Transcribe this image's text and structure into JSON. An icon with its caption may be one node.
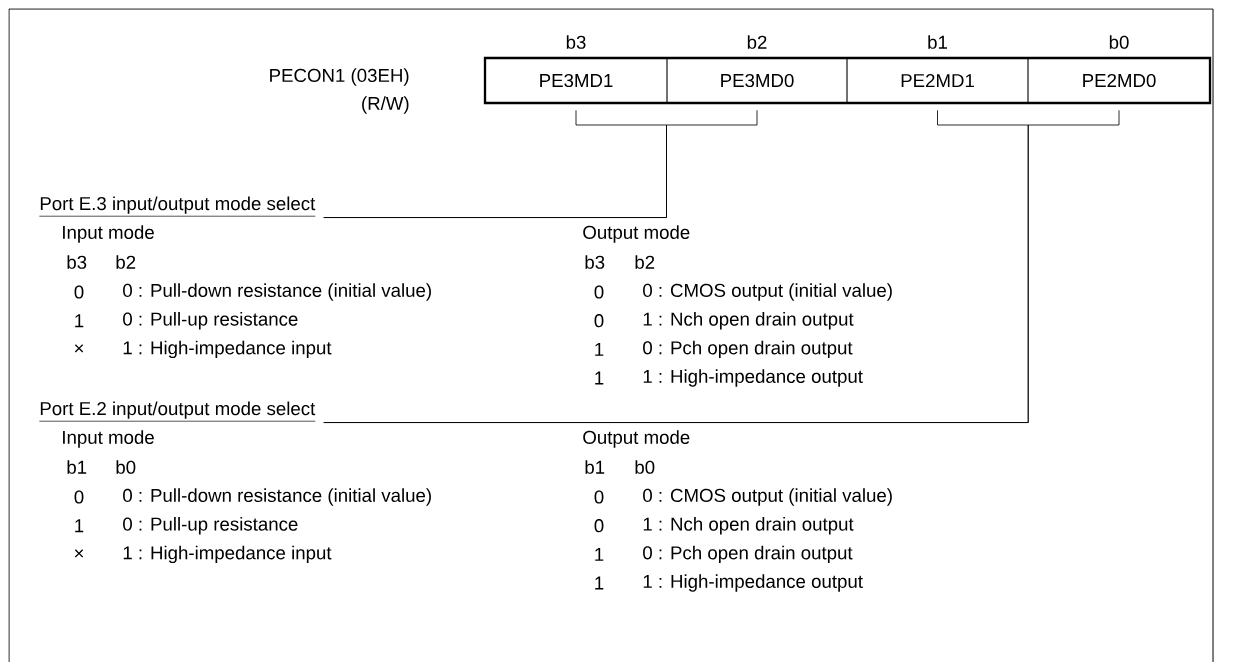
{
  "diagram": {
    "nodes": [
      {
        "text": [
          "PE3MD1"
        ],
        "beside": [
          "b3"
        ]
      },
      {
        "text": [
          "PE3MD0"
        ],
        "beside": [
          "b2"
        ]
      },
      {
        "text": [
          "PE2MD1"
        ],
        "beside": [
          "b1"
        ]
      },
      {
        "text": [
          "PE2MD0"
        ],
        "beside": [
          "b0"
        ]
      },
      {
        "text": [
          "Port E.3 input/output mode select"
        ]
      },
      {
        "text": [
          "Port E.2 input/output mode select"
        ]
      }
    ],
    "edges": [
      {
        "from": 4,
        "to": 0,
        "arrow": "none"
      },
      {
        "from": 4,
        "to": 1,
        "arrow": "none"
      },
      {
        "from": 5,
        "to": 2,
        "arrow": "none"
      },
      {
        "from": 5,
        "to": 3,
        "arrow": "none"
      }
    ],
    "labels": [
      "PECON1 (03EH)",
      "(R/W)",
      "Input mode",
      "Output mode",
      "b3",
      "b2",
      "b3",
      "b2",
      "0",
      "0 : Pull-down resistance (initial value)",
      "0",
      "0 : CMOS output (initial value)",
      "1",
      "0 : Pull-up resistance",
      "0",
      "1 : Nch open drain output",
      "×",
      "1 : High-impedance input",
      "1",
      "0 : Pch open drain output",
      "1",
      "1 : High-impedance output",
      "Input mode",
      "Output mode",
      "b1",
      "b0",
      "b1",
      "b0",
      "0",
      "0 : Pull-down resistance (initial value)",
      "0",
      "0 : CMOS output (initial value)",
      "1",
      "0 : Pull-up resistance",
      "0",
      "1 : Nch open drain output",
      "×",
      "1 : High-impedance input",
      "1",
      "0 : Pch open drain output",
      "1",
      "1 : High-impedance output"
    ]
  }
}
